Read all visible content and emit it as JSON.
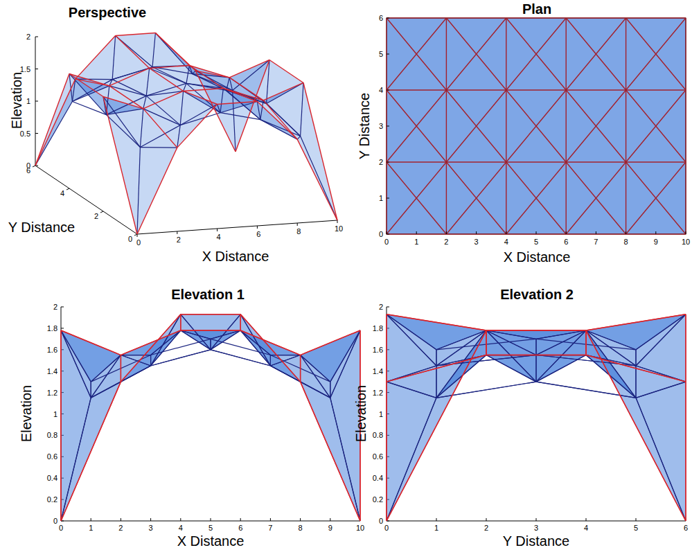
{
  "diagram": {
    "labels": [
      "Perspective",
      "Elevation",
      "0",
      "0.5",
      "1",
      "1.5",
      "2",
      "Y Distance",
      "0",
      "2",
      "4",
      "6",
      "X Distance",
      "0",
      "2",
      "4",
      "6",
      "8",
      "10",
      "Plan",
      "Y Distance",
      "0",
      "1",
      "2",
      "3",
      "4",
      "5",
      "6",
      "X Distance",
      "0",
      "1",
      "2",
      "3",
      "4",
      "5",
      "6",
      "7",
      "8",
      "9",
      "10",
      "Elevation 1",
      "Elevation",
      "0",
      "0.2",
      "0.4",
      "0.6",
      "0.8",
      "1",
      "1.2",
      "1.4",
      "1.6",
      "1.8",
      "2",
      "X Distance",
      "0",
      "1",
      "2",
      "3",
      "4",
      "5",
      "6",
      "7",
      "8",
      "9",
      "10",
      "Elevation 2",
      "Elevation",
      "0",
      "0.2",
      "0.4",
      "0.6",
      "0.8",
      "1",
      "1.2",
      "1.4",
      "1.6",
      "1.8",
      "2",
      "Y Distance",
      "0",
      "1",
      "2",
      "3",
      "4",
      "5",
      "6"
    ]
  }
}
